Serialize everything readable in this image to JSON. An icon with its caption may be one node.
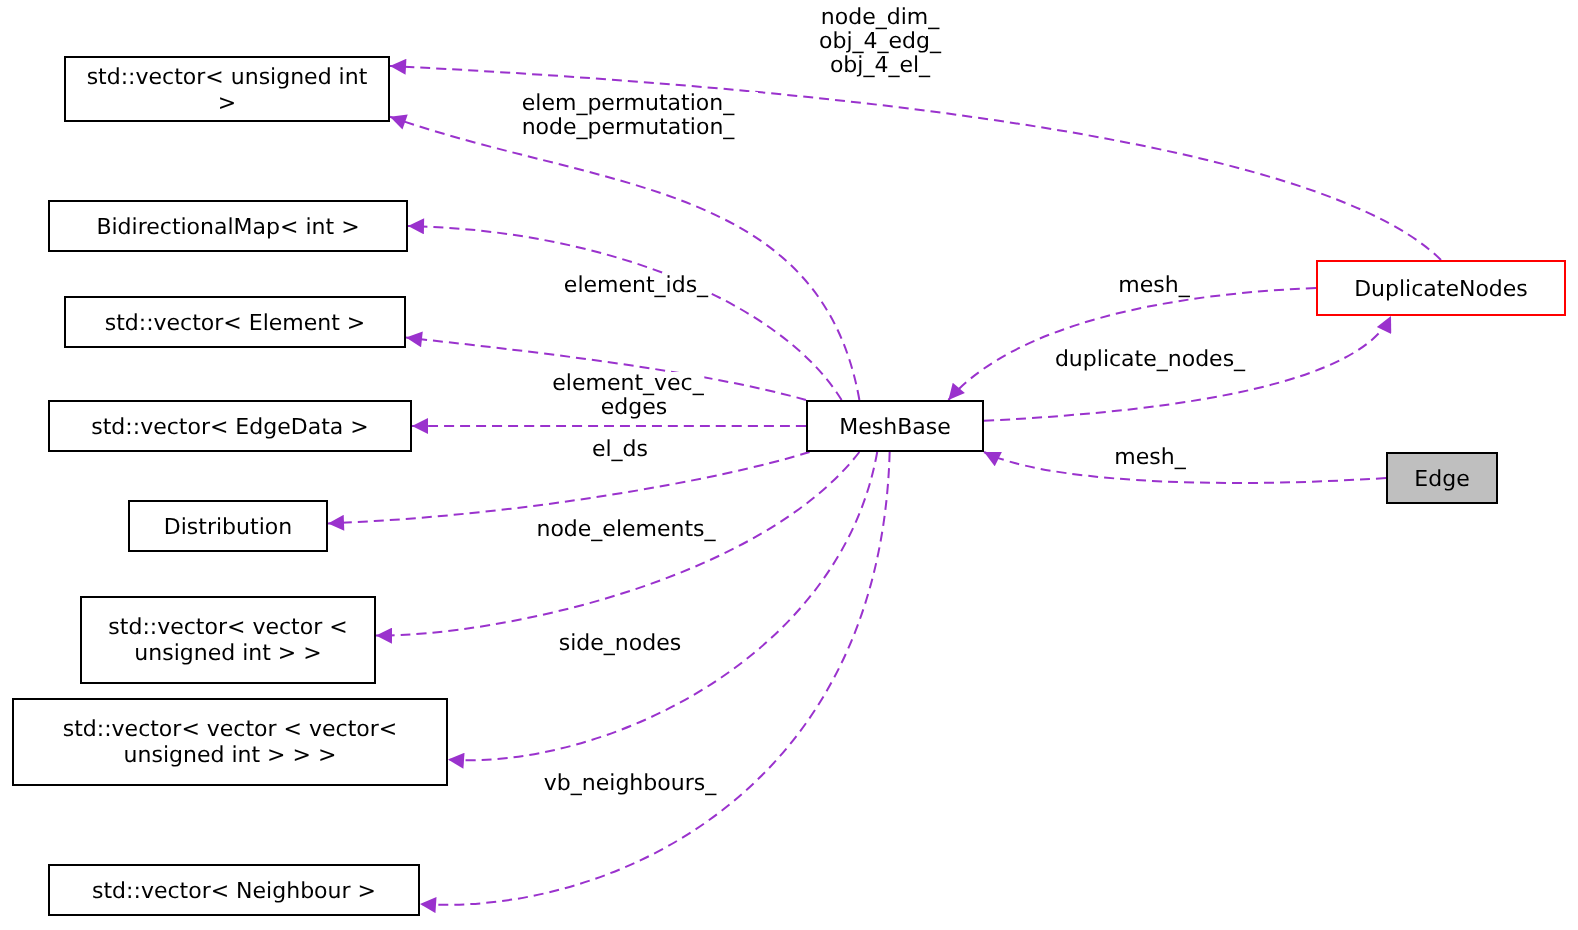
{
  "diagram": {
    "nodes": [
      {
        "text": [
          "std::vector< unsigned int >"
        ]
      },
      {
        "text": [
          "BidirectionalMap< int >"
        ]
      },
      {
        "text": [
          "std::vector< Element >"
        ]
      },
      {
        "text": [
          "std::vector< EdgeData >"
        ]
      },
      {
        "text": [
          "Distribution"
        ]
      },
      {
        "text": [
          "std::vector< vector < unsigned int > >"
        ]
      },
      {
        "text": [
          "std::vector< vector < vector< unsigned int > > >"
        ]
      },
      {
        "text": [
          "std::vector< Neighbour >"
        ]
      },
      {
        "text": [
          "MeshBase"
        ]
      },
      {
        "text": [
          "DuplicateNodes"
        ]
      },
      {
        "text": [
          "Edge"
        ]
      }
    ],
    "edges": [
      {
        "from": 8,
        "to": 0,
        "arrow": "to",
        "label": "elem_permutation_ node_permutation_",
        "style": "dashed"
      },
      {
        "from": 9,
        "to": 0,
        "arrow": "to",
        "label": "node_dim_ obj_4_edg_ obj_4_el_",
        "style": "dashed"
      },
      {
        "from": 8,
        "to": 1,
        "arrow": "to",
        "label": "element_ids_",
        "style": "dashed"
      },
      {
        "from": 8,
        "to": 2,
        "arrow": "to",
        "label": "element_vec_",
        "style": "dashed"
      },
      {
        "from": 8,
        "to": 3,
        "arrow": "to",
        "label": "edges",
        "style": "dashed"
      },
      {
        "from": 8,
        "to": 4,
        "arrow": "to",
        "label": "el_ds",
        "style": "dashed"
      },
      {
        "from": 8,
        "to": 5,
        "arrow": "to",
        "label": "node_elements_",
        "style": "dashed"
      },
      {
        "from": 8,
        "to": 6,
        "arrow": "to",
        "label": "side_nodes",
        "style": "dashed"
      },
      {
        "from": 8,
        "to": 7,
        "arrow": "to",
        "label": "vb_neighbours_",
        "style": "dashed"
      },
      {
        "from": 9,
        "to": 8,
        "arrow": "to",
        "label": "mesh_",
        "style": "dashed"
      },
      {
        "from": 8,
        "to": 9,
        "arrow": "to",
        "label": "duplicate_nodes_",
        "style": "dashed"
      },
      {
        "from": 10,
        "to": 8,
        "arrow": "to",
        "label": "mesh_",
        "style": "dashed"
      }
    ]
  }
}
